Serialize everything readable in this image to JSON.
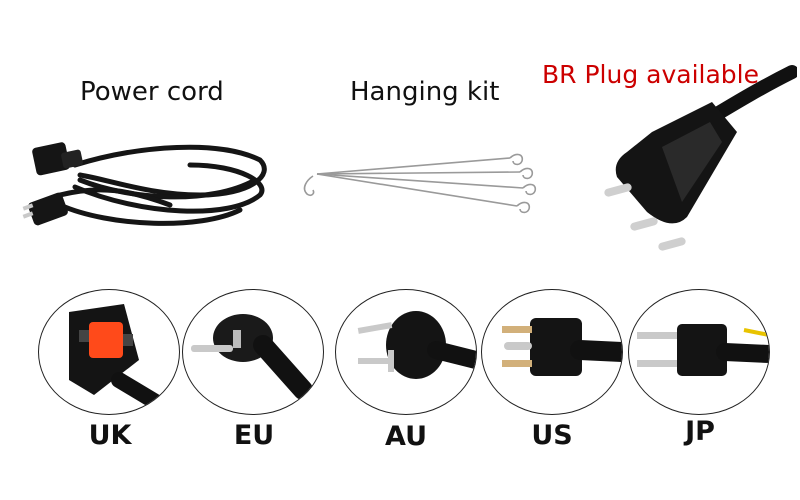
{
  "labels": {
    "power_cord": "Power cord",
    "hanging_kit": "Hanging kit",
    "br_plug": "BR Plug available"
  },
  "plugs": [
    {
      "code": "UK",
      "icon": "uk-plug-icon"
    },
    {
      "code": "EU",
      "icon": "eu-plug-icon"
    },
    {
      "code": "AU",
      "icon": "au-plug-icon"
    },
    {
      "code": "US",
      "icon": "us-plug-icon"
    },
    {
      "code": "JP",
      "icon": "jp-plug-icon"
    }
  ],
  "colors": {
    "br_label": "#cc0000",
    "uk_fuse": "#ff4a1a",
    "plug_body": "#141414",
    "metal": "#c9c9c9"
  }
}
